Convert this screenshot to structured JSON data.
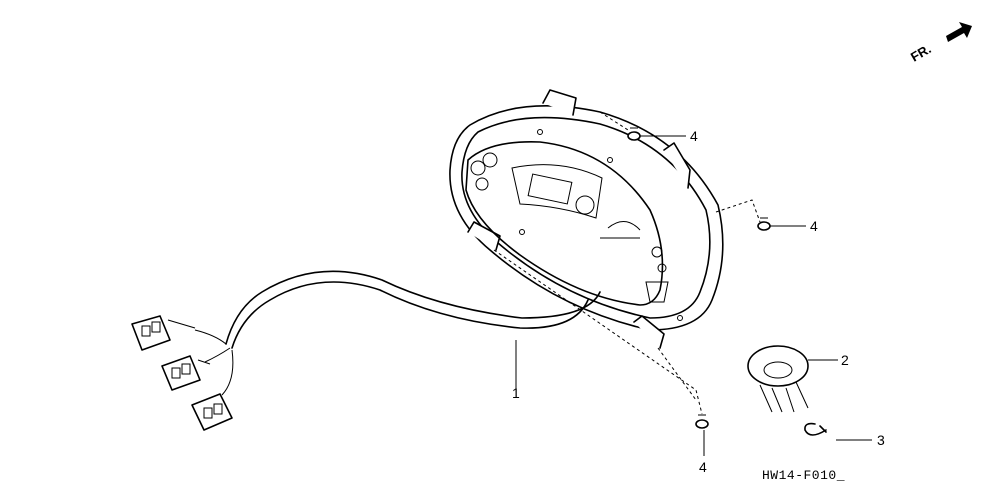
{
  "direction": {
    "label": "FR.",
    "icon": "forward-arrow-icon"
  },
  "callouts": [
    {
      "id": "callout-1",
      "label": "1"
    },
    {
      "id": "callout-2",
      "label": "2"
    },
    {
      "id": "callout-3",
      "label": "3"
    },
    {
      "id": "callout-4-top",
      "label": "4"
    },
    {
      "id": "callout-4-right",
      "label": "4"
    },
    {
      "id": "callout-4-bottom",
      "label": "4"
    }
  ],
  "diagram_code": "HW14-F010_"
}
